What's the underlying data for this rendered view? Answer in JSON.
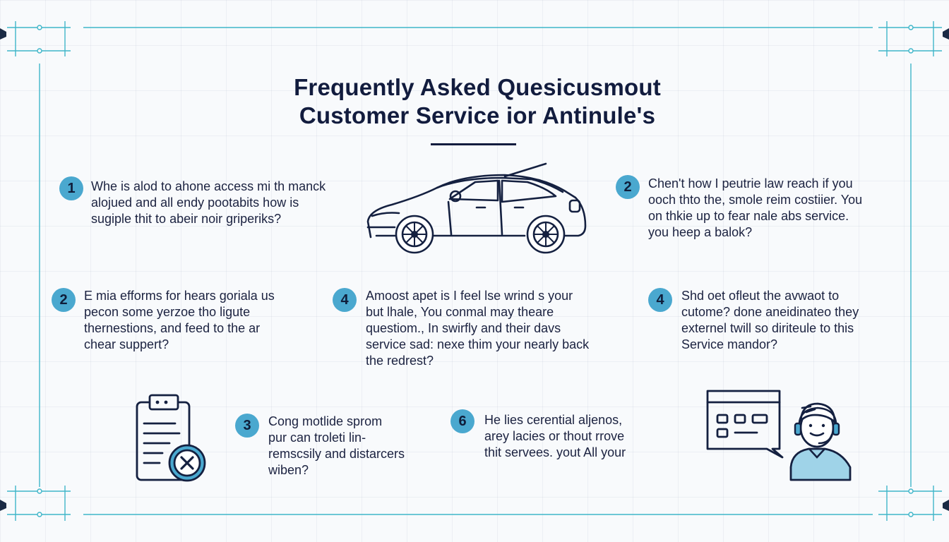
{
  "title": {
    "line1": "Frequently Asked Quesicusmout",
    "line2": "Customer Service ior Antinule's"
  },
  "icons": {
    "car": "car-icon",
    "clipboard": "clipboard-reject-icon",
    "support": "customer-support-icon"
  },
  "colors": {
    "accent": "#4aa8cf",
    "navy": "#121c3e",
    "frame": "#3fb6c9",
    "background": "#f8fafc"
  },
  "faqs": [
    {
      "number": "1",
      "lines": [
        "Whe is alod to ahone access mi th manck",
        "alojued and all endy pootabits how is",
        "sugiple thit to abeir noir griperiks?"
      ]
    },
    {
      "number": "2",
      "lines": [
        "Chen't how I peutrie law reach if you",
        "ooch thto the, smole reim costiier. You",
        "on thkie up to fear nale abs service.",
        "you heep a balok?"
      ]
    },
    {
      "number": "2",
      "lines": [
        "E mia efforms for hears goriala us",
        "pecon some yerzoe tho ligute",
        "thernestions, and feed to the ar",
        "chear suppert?"
      ]
    },
    {
      "number": "4",
      "lines": [
        "Amoost apet is I feel lse wrind s your",
        "but lhale, You conmal may theare",
        "questiom., In swirfly and their davs",
        "service sad: nexe thim your nearly back",
        "the redrest?"
      ]
    },
    {
      "number": "4",
      "lines": [
        "Shd oet ofleut the avwaot to",
        "cutome? done aneidinateo they",
        "externel twill so diriteule to this",
        "Service mandor?"
      ]
    },
    {
      "number": "3",
      "lines": [
        "Cong motlide sprom",
        "pur can troleti lin-",
        "remscsily and distarcers",
        "wiben?"
      ]
    },
    {
      "number": "6",
      "lines": [
        "He lies cerential aljenos,",
        "arey lacies or thout rrove",
        "thit servees. yout All your"
      ]
    }
  ]
}
